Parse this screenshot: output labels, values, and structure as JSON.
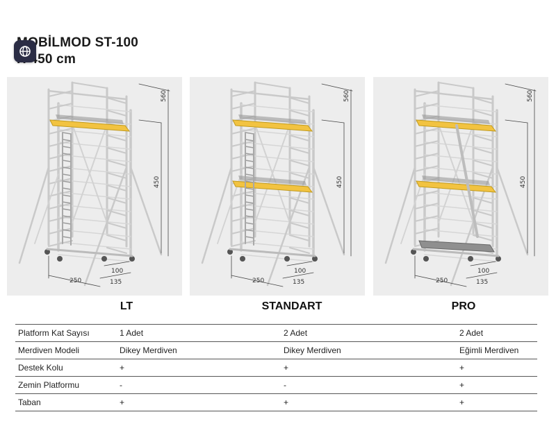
{
  "title": {
    "line1": "MOBİLMOD ST-100",
    "line2": "H 450 cm"
  },
  "badge": {
    "icon": "globe-icon",
    "color": "#2b2d45"
  },
  "colors": {
    "platform": "#f2c341",
    "frame": "#c9c9c9",
    "panel_bg": "#ededed"
  },
  "models": [
    {
      "name": "LT",
      "dims": {
        "top": "560",
        "platform": "450",
        "length": "250",
        "width": "135",
        "depth": "100"
      }
    },
    {
      "name": "STANDART",
      "dims": {
        "top": "560",
        "platform": "450",
        "length": "250",
        "width": "135",
        "depth": "100"
      }
    },
    {
      "name": "PRO",
      "dims": {
        "top": "560",
        "platform": "450",
        "length": "250",
        "width": "135",
        "depth": "100"
      }
    }
  ],
  "table": {
    "rows": [
      {
        "label": "Platform Kat Sayısı",
        "values": [
          "1 Adet",
          "2 Adet",
          "2 Adet"
        ]
      },
      {
        "label": "Merdiven Modeli",
        "values": [
          "Dikey Merdiven",
          "Dikey Merdiven",
          "Eğimli Merdiven"
        ]
      },
      {
        "label": "Destek Kolu",
        "values": [
          "+",
          "+",
          "+"
        ]
      },
      {
        "label": "Zemin Platformu",
        "values": [
          "-",
          "-",
          "+"
        ]
      },
      {
        "label": "Taban",
        "values": [
          "+",
          "+",
          "+"
        ]
      }
    ]
  }
}
